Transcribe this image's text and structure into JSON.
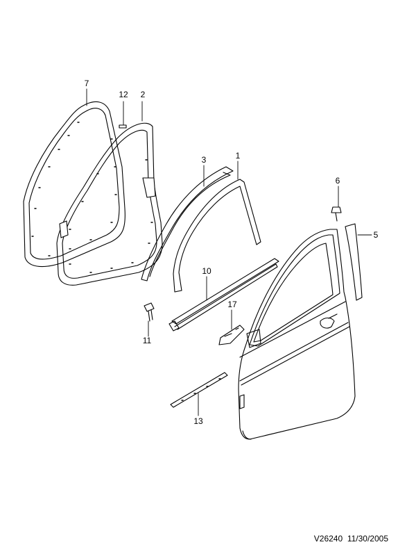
{
  "diagram": {
    "callouts": {
      "c1": "1",
      "c2": "2",
      "c3": "3",
      "c5": "5",
      "c6": "6",
      "c7": "7",
      "c10": "10",
      "c11": "11",
      "c12": "12",
      "c13": "13",
      "c17": "17"
    }
  },
  "footer": {
    "drawing_id": "V26240",
    "date": "11/30/2005"
  }
}
